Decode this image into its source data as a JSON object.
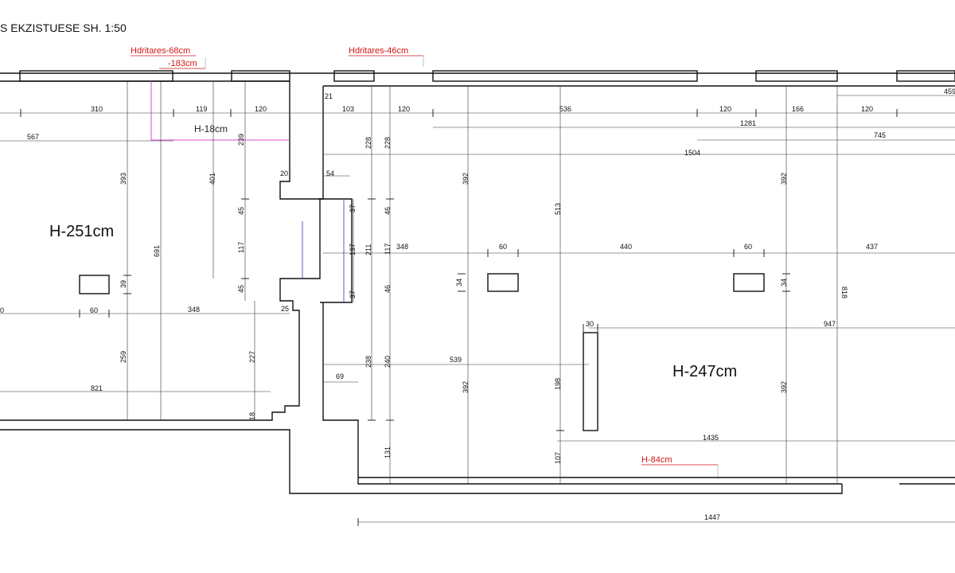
{
  "title": "S EKZISTUESE SH. 1:50",
  "notes": {
    "window_left": "Hdritares-68cm",
    "window_left_sub": "-183cm",
    "window_mid": "Hdritares-46cm",
    "window_bottom": "H-84cm",
    "beam_height": "H-18cm"
  },
  "rooms": {
    "left_height": "H-251cm",
    "right_height": "H-247cm"
  },
  "dims_h": [
    "310",
    "119",
    "120",
    "567",
    "21",
    "103",
    "120",
    "536",
    "120",
    "166",
    "120",
    "459",
    "1281",
    "745",
    "1504",
    "20",
    "54",
    "348",
    "60",
    "440",
    "60",
    "437",
    "60",
    "348",
    "25",
    "30",
    "947",
    "539",
    "69",
    "821",
    "1435",
    "1447",
    "0"
  ],
  "dims_v": [
    "393",
    "691",
    "401",
    "239",
    "45",
    "117",
    "45",
    "39",
    "259",
    "227",
    "18",
    "228",
    "228",
    "37",
    "137",
    "37",
    "211",
    "46",
    "117",
    "46",
    "392",
    "513",
    "392",
    "34",
    "34",
    "238",
    "240",
    "392",
    "198",
    "392",
    "131",
    "107",
    "818"
  ],
  "colors": {
    "accent_red": "#d01515",
    "magenta": "#d64bd6",
    "blue": "#2b3bb0"
  }
}
